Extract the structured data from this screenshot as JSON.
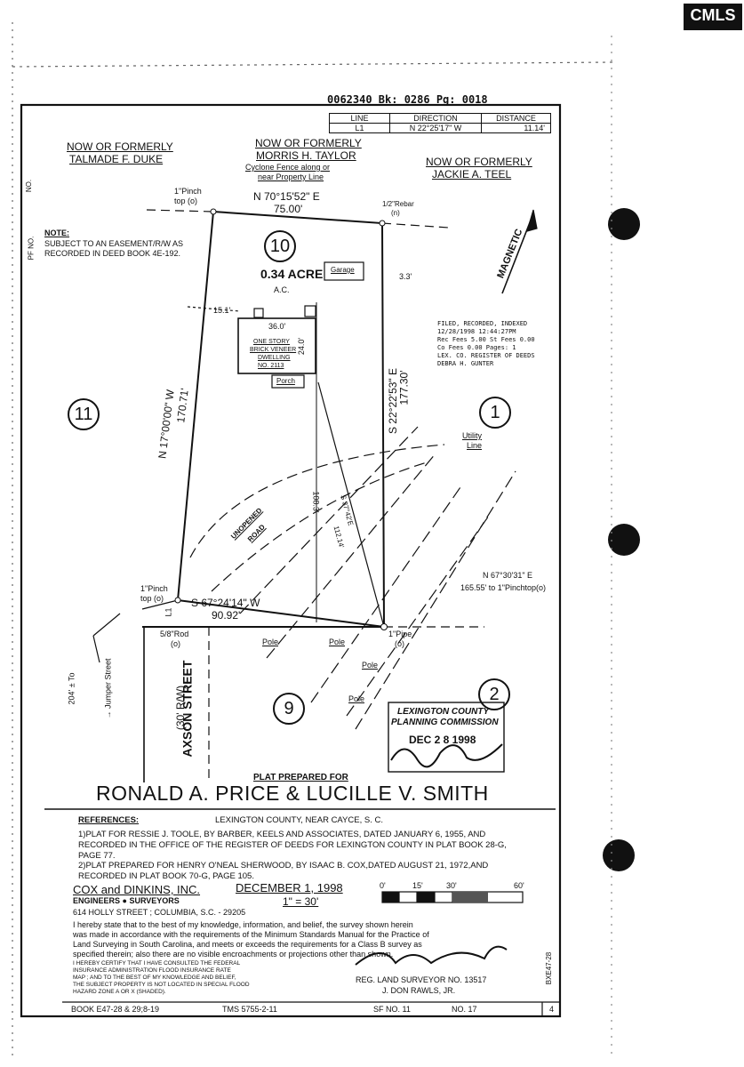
{
  "brand": {
    "logo_text": "CMLS"
  },
  "header": {
    "recording_ref": "0062340 Bk: 0286 Pg: 0018"
  },
  "line_table": {
    "headers": [
      "LINE",
      "DIRECTION",
      "DISTANCE"
    ],
    "row": [
      "L1",
      "N 22°25'17\" W",
      "11.14'"
    ]
  },
  "side_labels": {
    "no": "NO.",
    "pf_no": "PF NO."
  },
  "neighbors": {
    "duke": [
      "NOW OR FORMERLY",
      "TALMADE F. DUKE"
    ],
    "taylor": [
      "NOW OR FORMERLY",
      "MORRIS H. TAYLOR"
    ],
    "teel": [
      "NOW OR FORMERLY",
      "JACKIE A. TEEL"
    ],
    "fence_note": [
      "Cyclone Fence along or",
      "near Property Line"
    ]
  },
  "note": {
    "title": "NOTE:",
    "lines": [
      "SUBJECT TO AN EASEMENT/R/W AS",
      "RECORDED IN DEED BOOK 4E-192."
    ]
  },
  "bearings": {
    "north": "N 70°15'52\" E",
    "north_dist": "75.00'",
    "west": "N 17°00'00\" W",
    "west_dist": "170.71'",
    "east": "S 22°22'53\" E",
    "east_dist": "177.30'",
    "south": "S 67°24'14\" W",
    "south_dist": "90.92'",
    "tie": "N 67°30'31\" E",
    "tie_dist": "165.55' to 1\"Pinchtop(o)",
    "diag": "S 37°42'E",
    "diag_dist": "112.14'",
    "inner": "108.3'"
  },
  "monuments": {
    "nw": [
      "1\"Pinch",
      "top (o)"
    ],
    "ne": [
      "1/2\"Rebar",
      "(n)"
    ],
    "sw": [
      "1\"Pinch",
      "top (o)"
    ],
    "rod": "5/8\"Rod",
    "rod_o": "(o)",
    "pipe": [
      "1\"Pipe",
      "(o)"
    ]
  },
  "lot": {
    "number": "10",
    "area": "0.34 ACRE",
    "garage": "Garage",
    "garage_offset": "3.3'",
    "ac": "A.C.",
    "side_offset": "15.1'",
    "house_w": "36.0'",
    "house_d": "24.0'",
    "house": [
      "ONE STORY",
      "BRICK VENEER",
      "DWELLING",
      "NO. 2113"
    ],
    "porch": "Porch"
  },
  "adjacent_lots": [
    "11",
    "1",
    "9",
    "2"
  ],
  "magnetic": "MAGNETIC",
  "filed": [
    "FILED, RECORDED, INDEXED",
    "12/28/1998 12:44:27PM",
    "Rec Fees 5.00      St Fees 0.00",
    "Co Fees 0.00       Pages: 1",
    "LEX. CO. REGISTER OF DEEDS",
    "DEBRA H. GUNTER"
  ],
  "utility": [
    "Utility",
    "Line"
  ],
  "road": [
    "UNOPENED",
    "ROAD"
  ],
  "pole": "Pole",
  "street": {
    "name": "AXSON STREET",
    "rw": "(30' R/W)",
    "jumper": [
      "204' ± To",
      "→ Jumper Street"
    ],
    "l1": "L1"
  },
  "stamp": {
    "line1": "LEXINGTON COUNTY",
    "line2": "PLANNING COMMISSION",
    "date": "DEC 2 8 1998"
  },
  "plat": {
    "prepared_for": "PLAT PREPARED FOR",
    "owner": "RONALD A. PRICE & LUCILLE V. SMITH"
  },
  "references": {
    "title": "REFERENCES:",
    "location": "LEXINGTON COUNTY, NEAR CAYCE, S. C.",
    "items": [
      "1)PLAT FOR RESSIE J. TOOLE, BY BARBER, KEELS AND ASSOCIATES, DATED JANUARY 6, 1955, AND",
      "RECORDED IN THE OFFICE OF THE REGISTER OF DEEDS FOR LEXINGTON COUNTY IN PLAT BOOK 28-G,",
      "PAGE 77.",
      "2)PLAT PREPARED FOR HENRY O'NEAL SHERWOOD, BY ISAAC B. COX,DATED AUGUST 21, 1972,AND",
      "RECORDED IN PLAT BOOK 70-G, PAGE 105."
    ]
  },
  "surveyor": {
    "firm": "COX and DINKINS, INC.",
    "type": "ENGINEERS ● SURVEYORS",
    "address": "614 HOLLY STREET ; COLUMBIA, S.C. - 29205",
    "date": "DECEMBER 1, 1998",
    "scale": "1\" = 30'",
    "scale_ticks": [
      "0'",
      "15'",
      "30'",
      "60'"
    ],
    "statement": [
      "I hereby state that to the best of my knowledge, information, and belief, the survey shown herein",
      "was made in accordance with the requirements of the Minimum Standards Manual for the Practice of",
      "Land Surveying in South Carolina, and meets or exceeds the requirements for a Class B survey as",
      "specified therein; also there are no visible encroachments or projections other than shown."
    ],
    "flood": [
      "I HEREBY CERTIFY THAT I HAVE CONSULTED THE FEDERAL",
      "INSURANCE ADMINISTRATION FLOOD INSURANCE RATE",
      "MAP ; AND TO THE BEST OF MY KNOWLEDGE AND BELIEF,",
      "THE SUBJECT PROPERTY IS NOT LOCATED IN SPECIAL FLOOD",
      "HAZARD ZONE A OR X (SHADED)."
    ],
    "reg": "REG. LAND SURVEYOR NO. 13517",
    "name": "J. DON RAWLS, JR.",
    "side_code": "BXE47-28"
  },
  "footer": {
    "book": "BOOK E47-28 & 29;8-19",
    "tms": "TMS 5755-2-11",
    "sf": "SF NO. 11",
    "no": "NO. 17",
    "page": "4"
  }
}
